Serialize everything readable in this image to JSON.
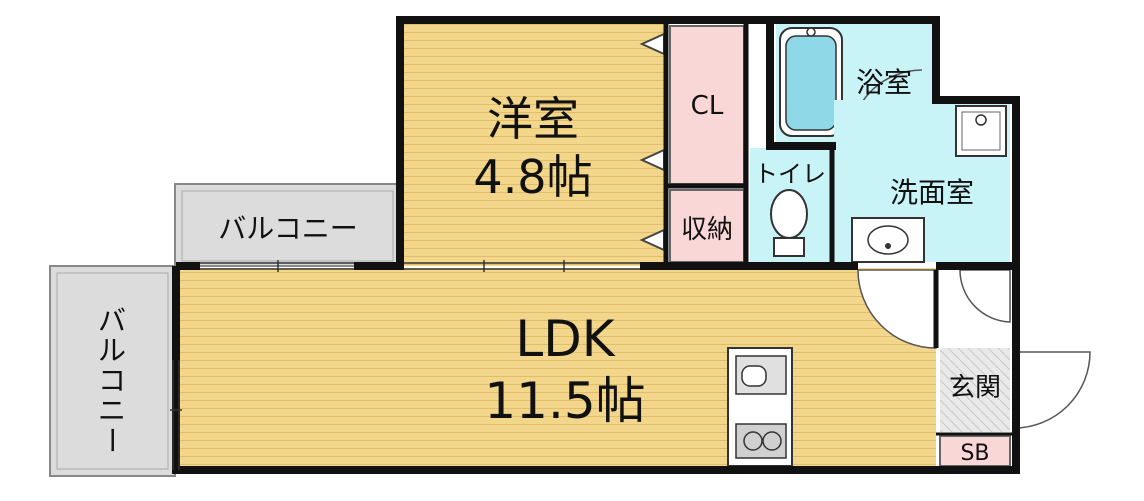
{
  "rooms": {
    "western_room": {
      "name": "洋室",
      "size": "4.8帖"
    },
    "closet": "CL",
    "storage": "収納",
    "bath": "浴室",
    "toilet": "トイレ",
    "washroom": "洗面室",
    "ldk": {
      "name": "LDK",
      "size": "11.5帖"
    },
    "entrance": "玄関",
    "shoebox": "SB"
  },
  "balconies": {
    "top": "バルコニー",
    "left": [
      "バ",
      "ル",
      "コ",
      "ニ",
      "ー"
    ]
  },
  "colors": {
    "floor_wood": "#f2d68c",
    "wood_stripe": "#e2bf66",
    "closet_pink": "#f9d7d7",
    "water_blue": "#c8f3f7",
    "balcony_gray": "#dcdcdc",
    "entrance_gray": "#e9e9e9",
    "wall": "#111111"
  }
}
